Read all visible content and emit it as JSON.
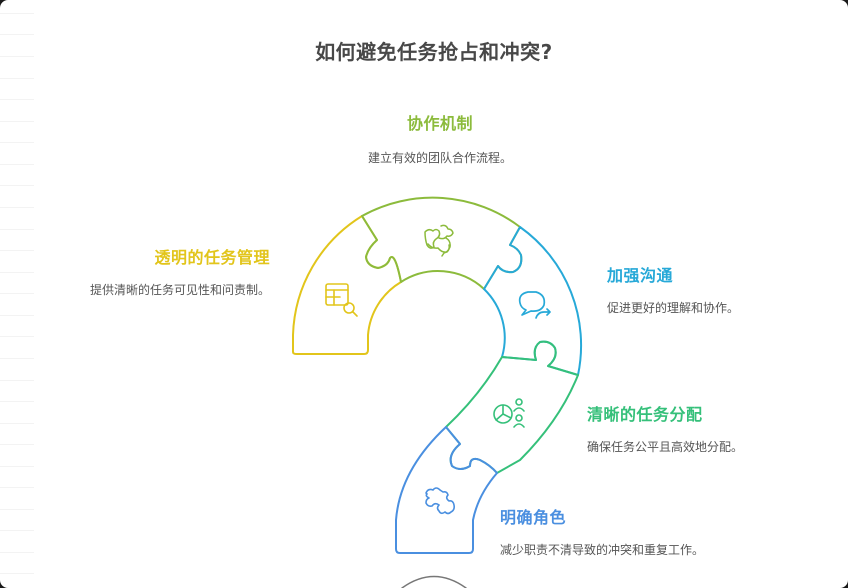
{
  "title": "如何避免任务抢占和冲突?",
  "colors": {
    "title": "#484848",
    "collaboration": "#8cbb3c",
    "transparency": "#e2c51b",
    "communication": "#27a9d8",
    "assignment": "#35c07a",
    "roles": "#4a8fe0"
  },
  "segments": [
    {
      "id": "transparency",
      "heading": "透明的任务管理",
      "description": "提供清晰的任务可见性和问责制。",
      "icon": "table-search-icon"
    },
    {
      "id": "collaboration",
      "heading": "协作机制",
      "description": "建立有效的团队合作流程。",
      "icon": "handshake-icon"
    },
    {
      "id": "communication",
      "heading": "加强沟通",
      "description": "促进更好的理解和协作。",
      "icon": "chat-bubbles-icon"
    },
    {
      "id": "assignment",
      "heading": "清晰的任务分配",
      "description": "确保任务公平且高效地分配。",
      "icon": "pie-chart-people-icon"
    },
    {
      "id": "roles",
      "heading": "明确角色",
      "description": "减少职责不清导致的冲突和重复工作。",
      "icon": "puzzle-piece-icon"
    }
  ]
}
